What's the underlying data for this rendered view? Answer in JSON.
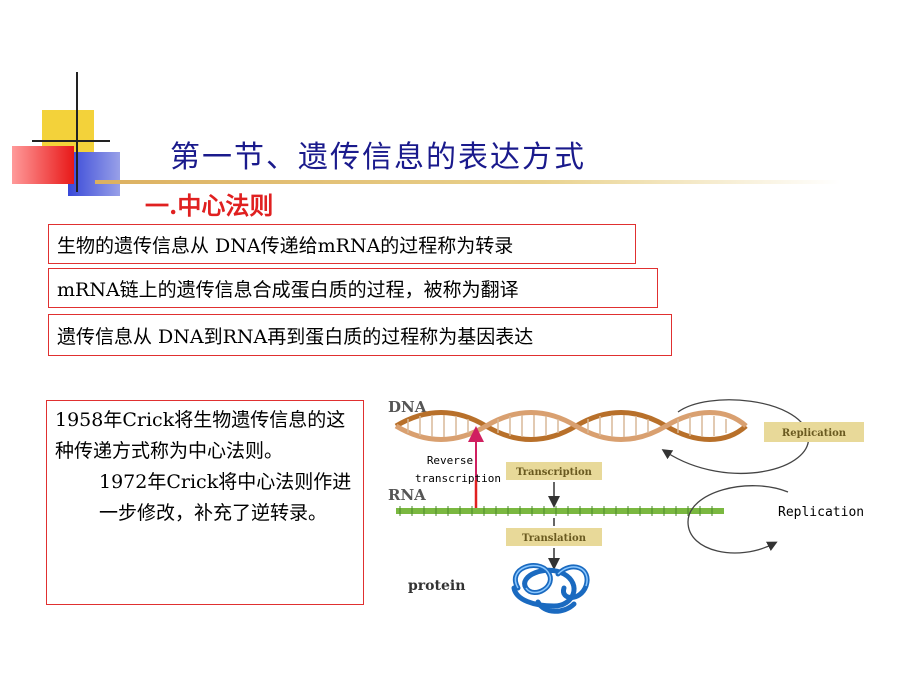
{
  "title": "第一节、遗传信息的表达方式",
  "subtitle": "一.中心法则",
  "definitions": [
    "生物的遗传信息从 DNA传递给mRNA的过程称为转录",
    "mRNA链上的遗传信息合成蛋白质的过程，被称为翻译",
    "遗传信息从 DNA到RNA再到蛋白质的过程称为基因表达"
  ],
  "crick": {
    "para1": "1958年Crick将生物遗传信息的这种传递方式称为中心法则。",
    "para2": "1972年Crick将中心法则作进一步修改，补充了逆转录。"
  },
  "diagram": {
    "dna": "DNA",
    "rna": "RNA",
    "protein": "protein",
    "replication_top": "Replication",
    "transcription": "Transcription",
    "translation": "Translation",
    "reverse_line1": "Reverse",
    "reverse_line2": "transcription",
    "replication_rna": "Replication"
  },
  "colors": {
    "title": "#1a1a8c",
    "subtitle": "#e02020",
    "box_border": "#e03030",
    "label_fill": "#e8d999",
    "helix_dark": "#b8702a",
    "protein": "#1a6ac0",
    "rna_strand": "#7ab840"
  }
}
